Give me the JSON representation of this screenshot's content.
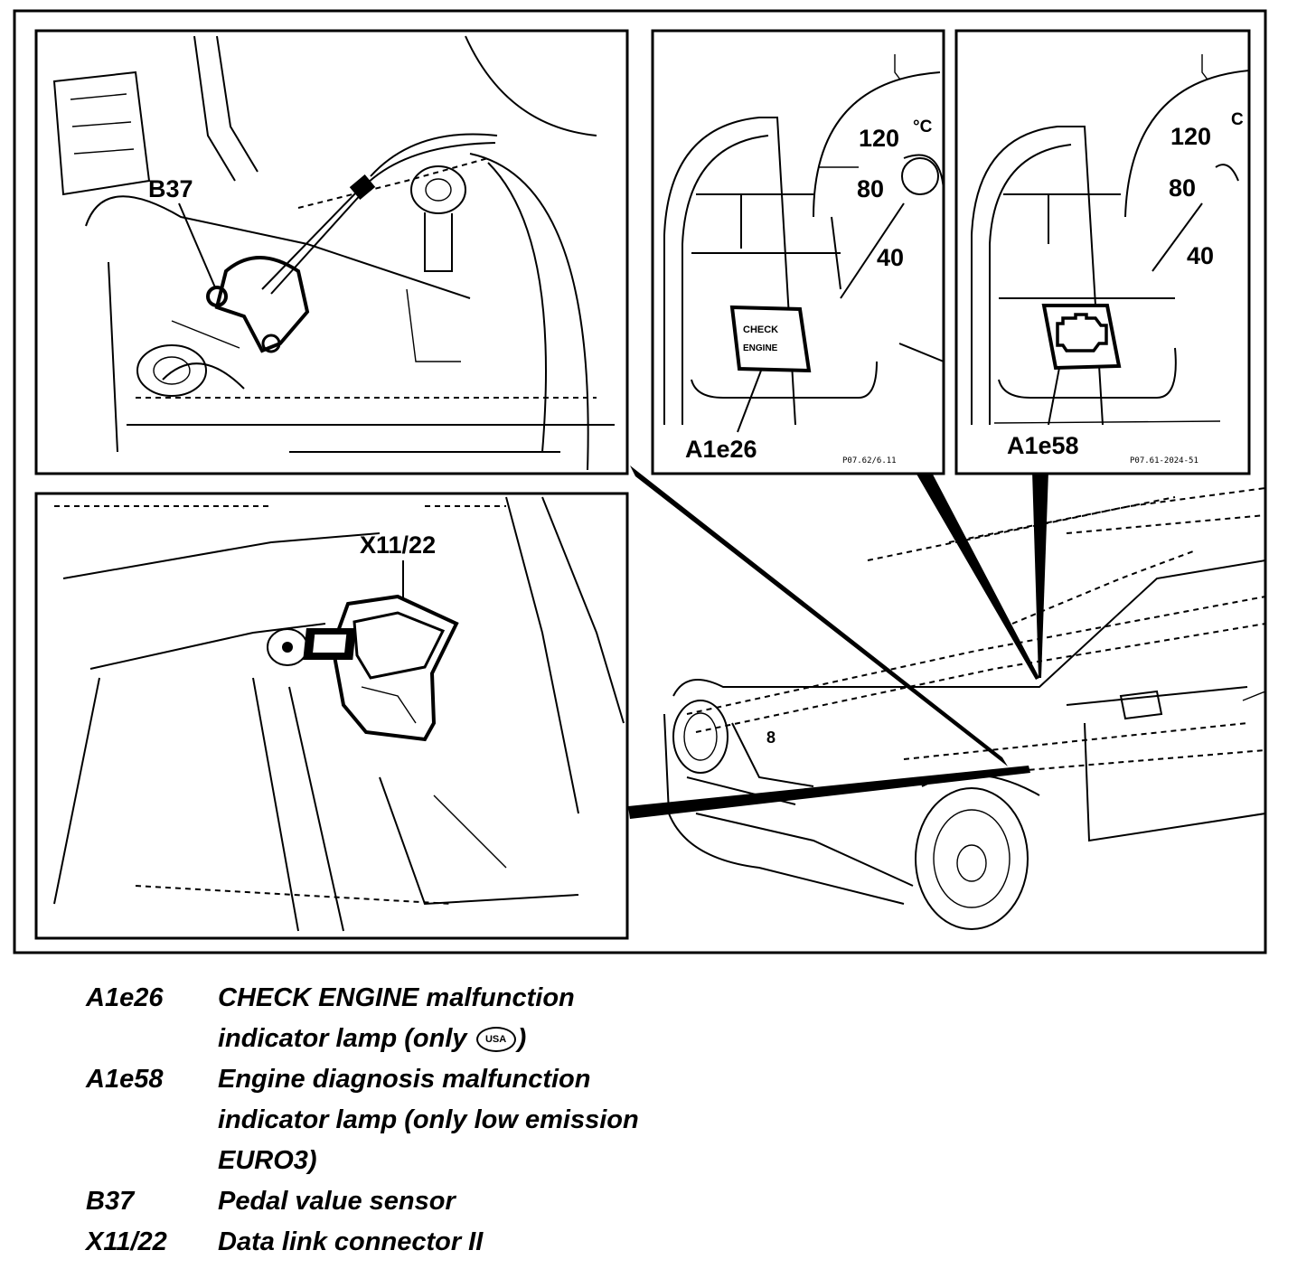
{
  "callouts": {
    "b37": "B37",
    "x11_22": "X11/22",
    "a1e26": "A1e26",
    "a1e58": "A1e58"
  },
  "gauge_left": {
    "unit": "°C",
    "t120": "120",
    "t80": "80",
    "t40": "40",
    "lamp_line1": "CHECK",
    "lamp_line2": "ENGINE"
  },
  "gauge_right": {
    "unit": "C",
    "t120": "120",
    "t80": "80",
    "t40": "40"
  },
  "refs": {
    "left": "P07.62/6.11",
    "right": "P07.61-2024-51"
  },
  "icons": {
    "engine_lamp": "engine-outline-icon",
    "usa": "usa-oval-icon"
  },
  "legend": [
    {
      "code": "A1e26",
      "desc_before": "CHECK ENGINE malfunction\nindicator lamp (only ",
      "badge": "USA",
      "desc_after": ")"
    },
    {
      "code": "A1e58",
      "desc": "Engine diagnosis malfunction\nindicator lamp (only low emission\nEURO3)"
    },
    {
      "code": "B37",
      "desc": "Pedal value sensor"
    },
    {
      "code": "X11/22",
      "desc": "Data link connector II"
    }
  ]
}
